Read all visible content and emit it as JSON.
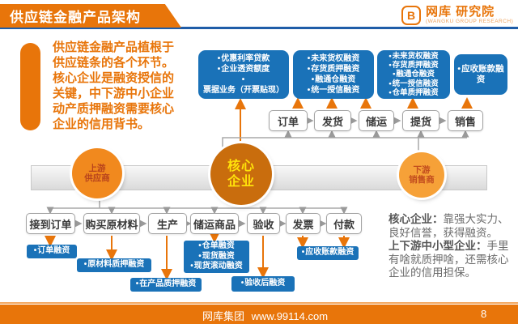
{
  "colors": {
    "accent_orange": "#E8750A",
    "box_blue": "#1A72B8",
    "rule_blue": "#1F5DA8"
  },
  "header": {
    "title": "供应链金融产品架构",
    "logo_letter": "B",
    "logo_text": "网库 研究院",
    "logo_sub": "(WANGKU GROUP RESEARCH)"
  },
  "intro": {
    "text": "供应链金融产品植根于供应链条的各个环节。核心企业是融资授信的关键，中下游中小企业动产质押融资需要核心企业的信用背书。"
  },
  "top_boxes": [
    {
      "items": [
        "优惠利率贷款",
        "企业透资额度",
        "票据业务（开票贴现）"
      ]
    },
    {
      "items": [
        "未来货权融资",
        "存货质押融资",
        "融通仓融资",
        "统一授信融资"
      ]
    },
    {
      "items": [
        "未来货权融资",
        "存货质押融资",
        "融通仓融资",
        "统一授信融资",
        "仓单质押融资"
      ]
    },
    {
      "items": [
        "应收账款融资"
      ]
    }
  ],
  "top_flow": {
    "steps": [
      "订单",
      "发货",
      "储运",
      "提货",
      "销售"
    ]
  },
  "actors": {
    "upstream": {
      "line1": "上游",
      "line2": "供应商"
    },
    "core": {
      "line1": "核心",
      "line2": "企业"
    },
    "downstream": {
      "line1": "下游",
      "line2": "销售商"
    }
  },
  "bottom_flow": {
    "steps": [
      "接到订单",
      "购买原材料",
      "生产",
      "储运商品",
      "验收",
      "发票",
      "付款"
    ]
  },
  "bottom_labels": [
    {
      "items": [
        "订单融资"
      ]
    },
    {
      "items": [
        "原材料质押融资"
      ]
    },
    {
      "items": [
        "在产品质押融资"
      ]
    },
    {
      "items": [
        "仓单融资",
        "现货融资",
        "现货滚动融资"
      ]
    },
    {
      "items": [
        "验收后融资"
      ]
    },
    {
      "items": [
        "应收账款融资"
      ]
    }
  ],
  "notes": {
    "p1_label": "核心企业：",
    "p1_text": "靠强大实力、良好信誉，获得融资。",
    "p2_label": "上下游中小型企业：",
    "p2_text": "手里有啥就质押啥，还需核心企业的信用担保。"
  },
  "footer": {
    "company": "网库集团",
    "url": "www.99114.com",
    "page": "8"
  }
}
